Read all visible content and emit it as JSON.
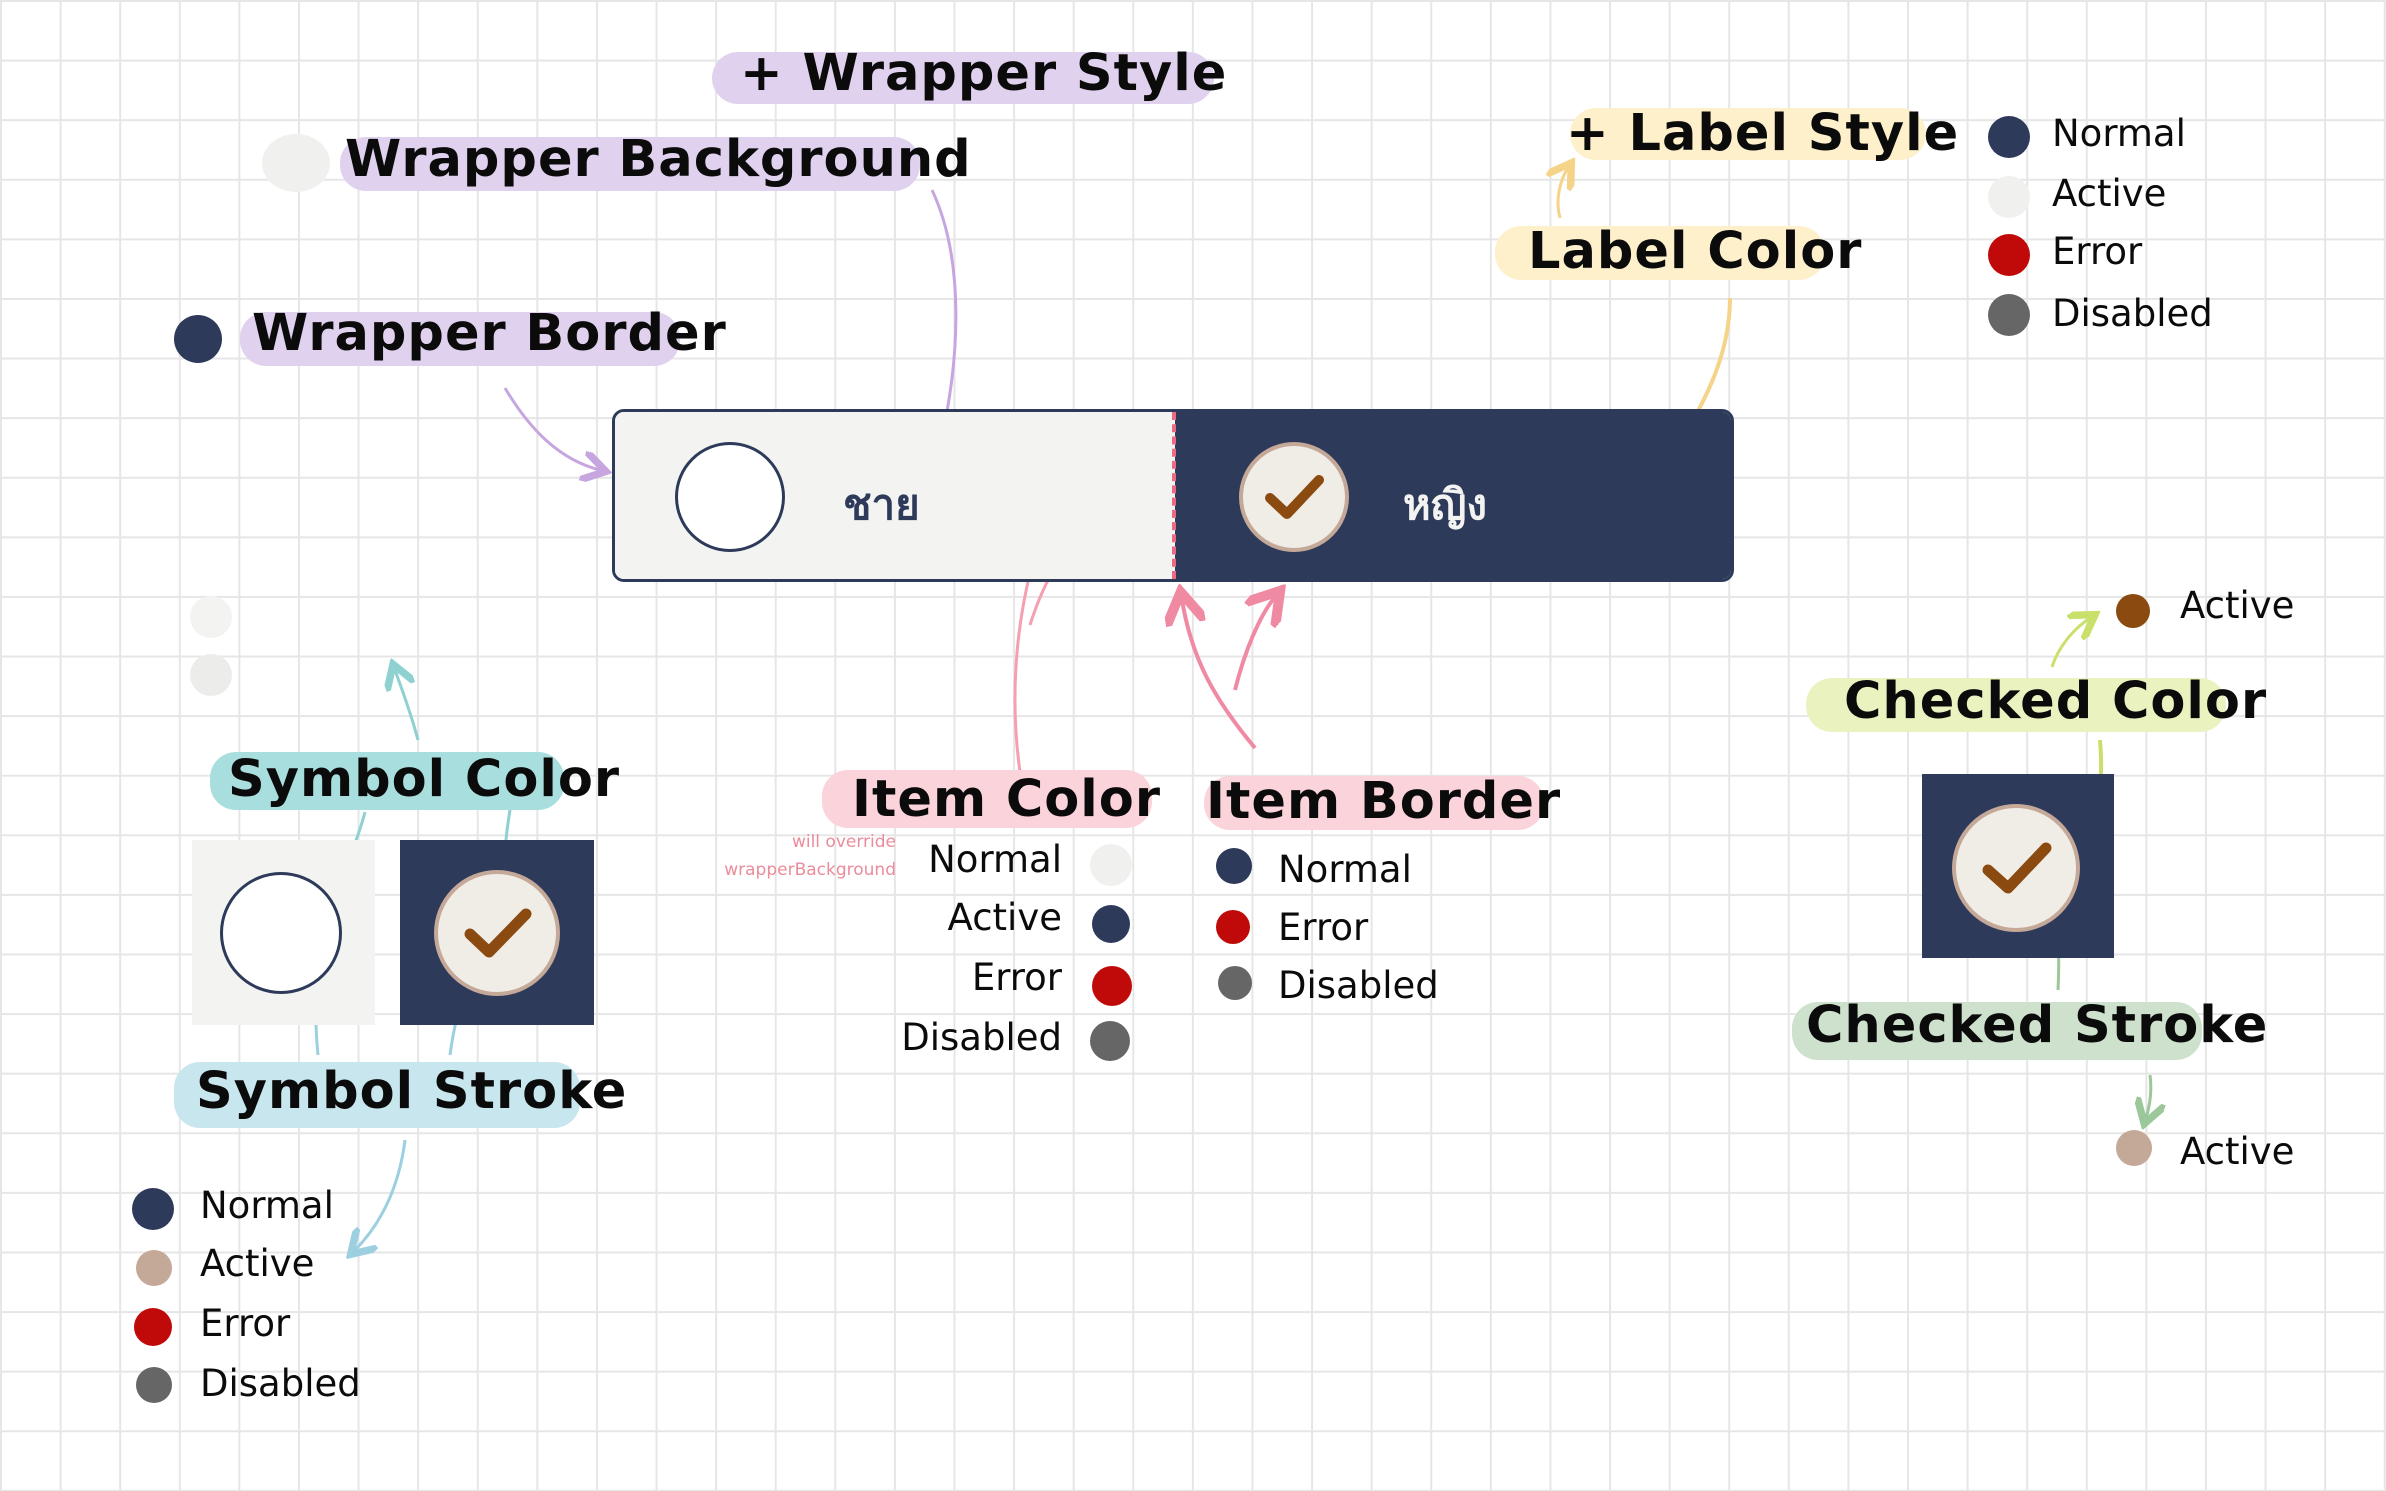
{
  "wrapper": {
    "style_label": "+ Wrapper Style",
    "background_label": "Wrapper Background",
    "border_label": "Wrapper Border"
  },
  "label": {
    "style_label": "+ Label Style",
    "color_label": "Label Color",
    "states": [
      "Normal",
      "Active",
      "Error",
      "Disabled"
    ]
  },
  "radio": {
    "option_male": "ชาย",
    "option_female": "หญิง"
  },
  "symbol": {
    "color_label": "Symbol Color",
    "stroke_label": "Symbol Stroke",
    "states": [
      "Normal",
      "Active",
      "Error",
      "Disabled"
    ]
  },
  "item_color": {
    "title": "Item Color",
    "note_line1": "will override",
    "note_line2": "wrapperBackground",
    "states": [
      "Normal",
      "Active",
      "Error",
      "Disabled"
    ]
  },
  "item_border": {
    "title": "Item Border",
    "states": [
      "Normal",
      "Error",
      "Disabled"
    ]
  },
  "checked": {
    "color_label": "Checked Color",
    "color_state": "Active",
    "stroke_label": "Checked Stroke",
    "stroke_state": "Active"
  },
  "colors": {
    "navy": "#2d3a5a",
    "light": "#f0f0ee",
    "red": "#c00a0a",
    "gray": "#666666",
    "beige": "#c4a898",
    "brown": "#8a4a10",
    "highlight_purple": "#e0d2ef",
    "highlight_yellow": "#fdf0cb",
    "highlight_teal": "#a8dedd",
    "highlight_pink": "#fbd3da",
    "highlight_lime": "#eaf3bf",
    "highlight_green": "#cde1cc",
    "highlight_blue": "#c7e6ee"
  }
}
